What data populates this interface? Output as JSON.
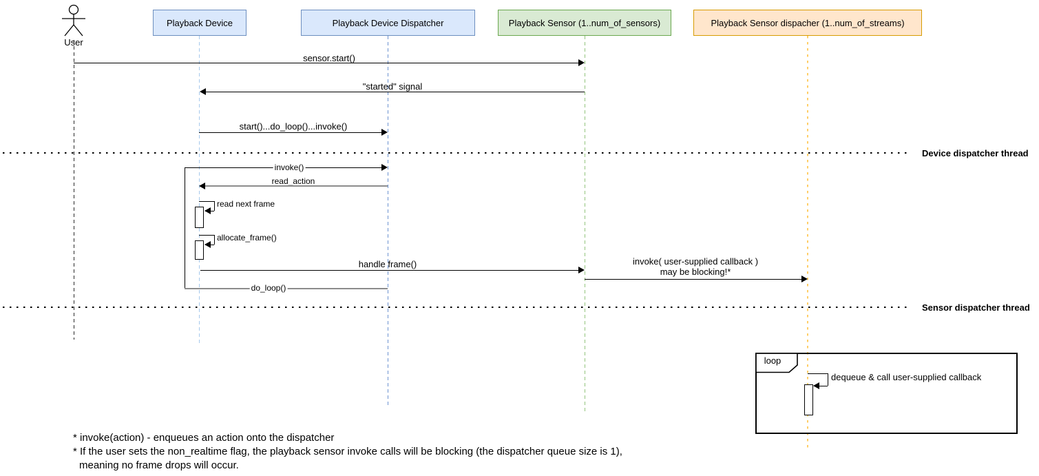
{
  "participants": {
    "user": {
      "label": "User"
    },
    "device": {
      "label": "Playback Device"
    },
    "device_dispatcher": {
      "label": "Playback Device Dispatcher"
    },
    "sensor": {
      "label": "Playback Sensor (1..num_of_sensors)"
    },
    "sensor_dispatcher": {
      "label": "Playback Sensor dispacher (1..num_of_streams)"
    }
  },
  "messages": {
    "sensor_start": "sensor.start()",
    "started_signal": "\"started\" signal",
    "start_do_loop_invoke": "start()...do_loop()...invoke()",
    "invoke": "invoke()",
    "read_action": "read_action",
    "read_next_frame": "read next frame",
    "allocate_frame": "allocate_frame()",
    "handle_frame": "handle frame()",
    "invoke_callback_line1": "invoke( user-supplied callback )",
    "invoke_callback_line2": "may be blocking!*",
    "do_loop": "do_loop()",
    "dequeue_callback": "dequeue & call user-supplied callback"
  },
  "threads": {
    "device": "Device dispatcher thread",
    "sensor": "Sensor dispatcher thread"
  },
  "loop_frame": {
    "label": "loop"
  },
  "footnotes": {
    "line1": "* invoke(action) - enqueues an action onto the dispatcher",
    "line2": "* If the user sets the non_realtime flag, the playback sensor invoke calls will be blocking (the dispatcher queue size is 1),",
    "line3": "meaning no frame drops will occur."
  },
  "colors": {
    "blue_fill": "#dae8fc",
    "blue_stroke": "#6c8ebf",
    "green_fill": "#d9ead3",
    "green_stroke": "#6aa84f",
    "orange_fill": "#ffe6cc",
    "orange_stroke": "#d79b00",
    "orange_lifeline": "#ffce66",
    "device_lifeline": "#a6c9ec",
    "dispatcher_lifeline": "#6d93d1",
    "sensor_lifeline": "#93c47d",
    "gray_line": "#8c8c8c"
  }
}
